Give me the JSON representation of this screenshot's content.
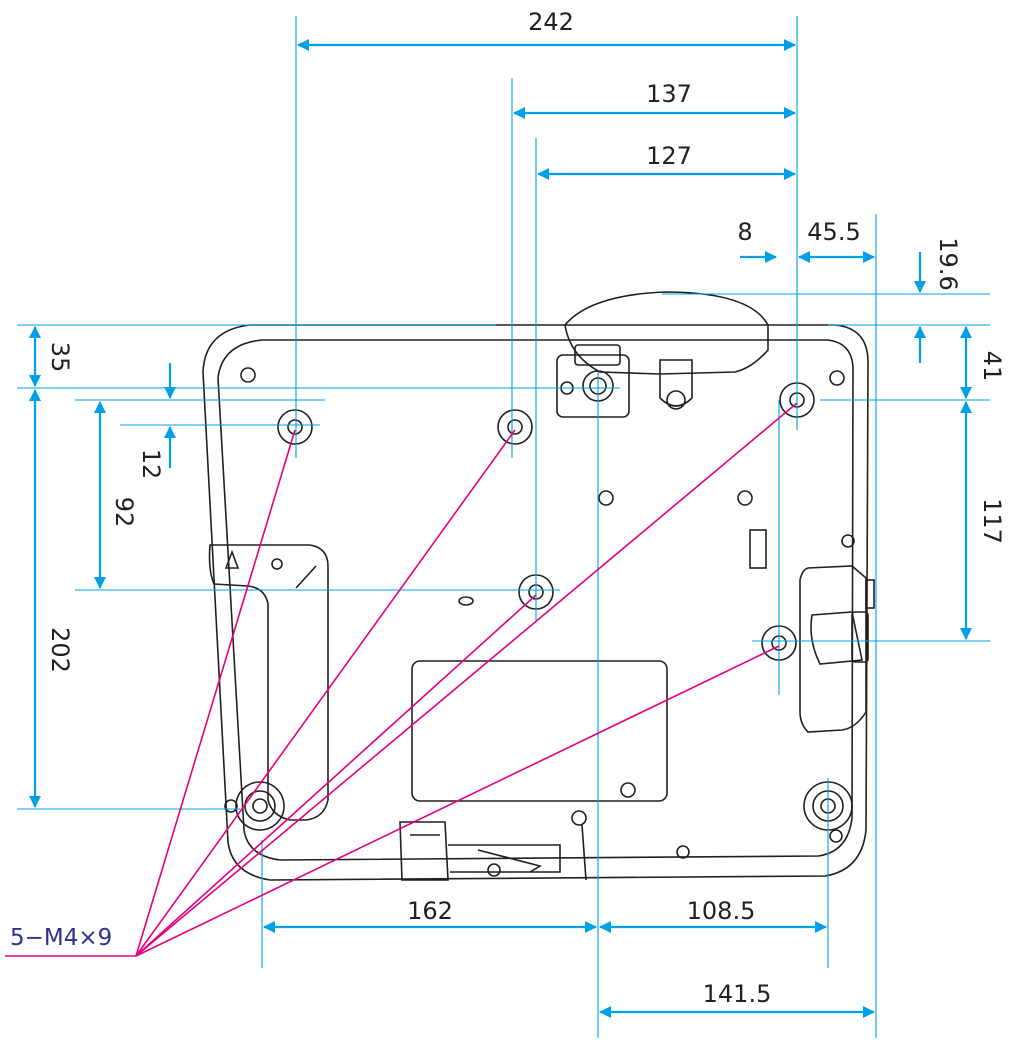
{
  "colors": {
    "dimension": "#00a0e9",
    "leader": "#e4007f",
    "outline": "#231f20",
    "callout_text": "#2e3192"
  },
  "dimensions": {
    "top_242": "242",
    "top_137": "137",
    "top_127": "127",
    "right_8": "8",
    "right_45_5": "45.5",
    "right_19_6": "19.6",
    "right_41": "41",
    "right_117": "117",
    "left_35": "35",
    "left_12": "12",
    "left_92": "92",
    "left_202": "202",
    "bottom_162": "162",
    "bottom_108_5": "108.5",
    "bottom_141_5": "141.5"
  },
  "callout": {
    "label": "5−M4×9"
  }
}
